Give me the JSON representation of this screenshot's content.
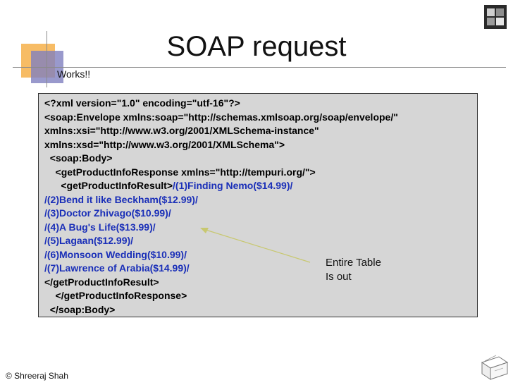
{
  "slide": {
    "title": "SOAP request",
    "subtitle": "Works!!",
    "note_line1": "Entire Table",
    "note_line2": "Is out",
    "footer": "© Shreeraj Shah"
  },
  "code": {
    "l1": "<?xml version=\"1.0\" encoding=\"utf-16\"?>",
    "l2": "<soap:Envelope xmlns:soap=\"http://schemas.xmlsoap.org/soap/envelope/\"",
    "l3": "xmlns:xsi=\"http://www.w3.org/2001/XMLSchema-instance\"",
    "l4": "xmlns:xsd=\"http://www.w3.org/2001/XMLSchema\">",
    "l5": "  <soap:Body>",
    "l6": "    <getProductInfoResponse xmlns=\"http://tempuri.org/\">",
    "l7a": "      <getProductInfoResult>",
    "l7b": "/(1)Finding Nemo($14.99)/",
    "l8": "/(2)Bend it like Beckham($12.99)/",
    "l9": "/(3)Doctor Zhivago($10.99)/",
    "l10": "/(4)A Bug's Life($13.99)/",
    "l11": "/(5)Lagaan($12.99)/",
    "l12": "/(6)Monsoon Wedding($10.99)/",
    "l13": "/(7)Lawrence of Arabia($14.99)/",
    "l14": "</getProductInfoResult>",
    "l15": "    </getProductInfoResponse>",
    "l16": "  </soap:Body>"
  },
  "colors": {
    "injected_text": "#1a2fb8",
    "code_background": "#d6d6d6",
    "arrow": "#c8c870"
  },
  "icons": {
    "top_right": "cube-logo-icon",
    "bottom_right": "box-sketch-icon"
  }
}
